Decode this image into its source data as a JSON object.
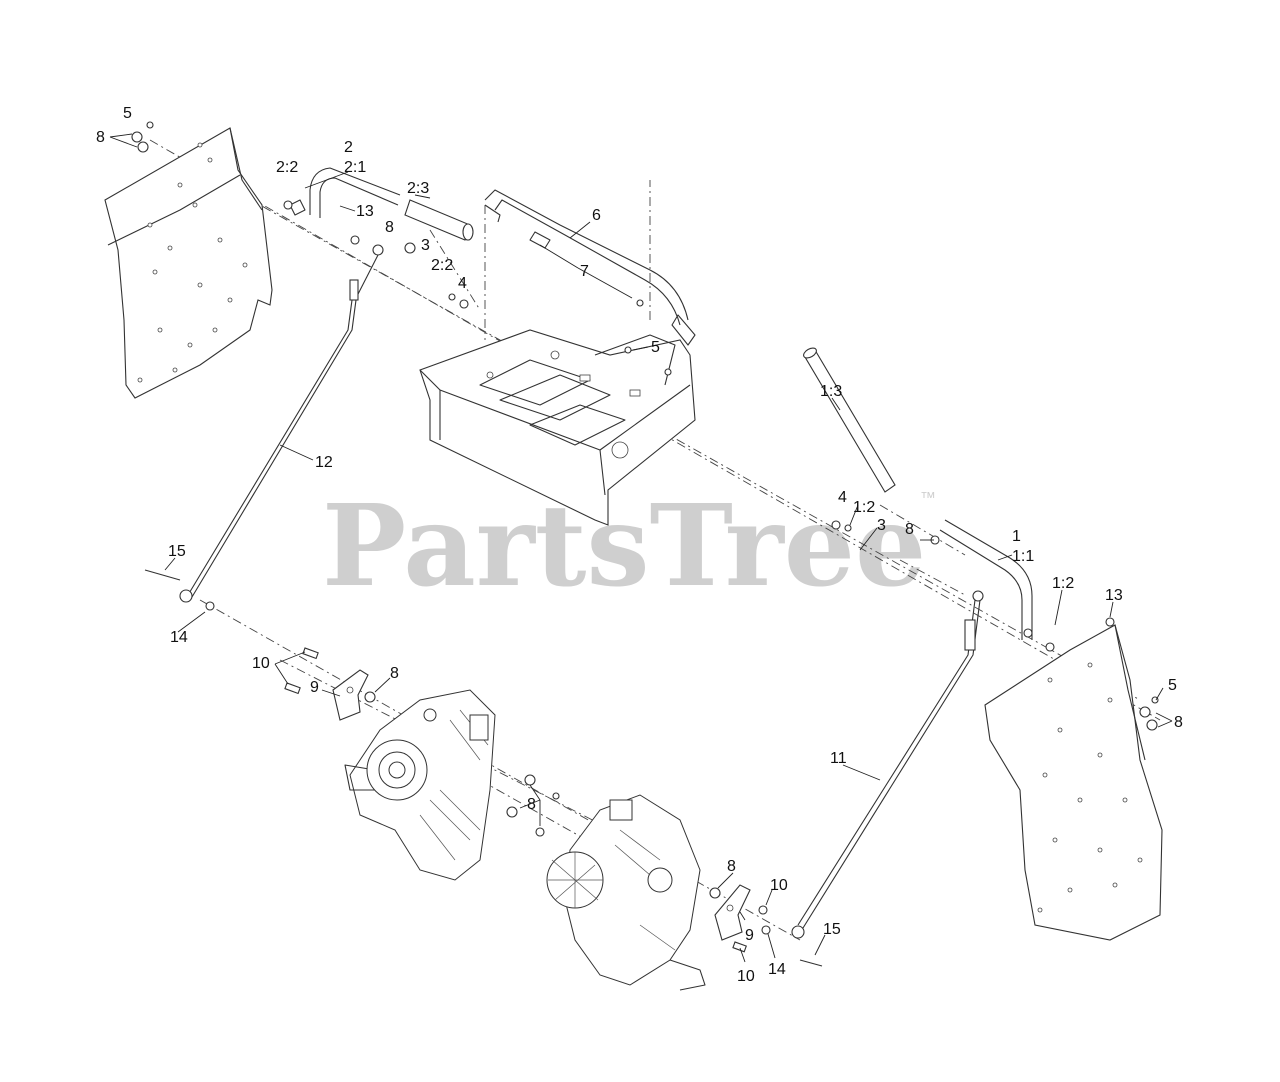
{
  "watermark": {
    "brand": "PartsTree",
    "mark": "™"
  },
  "callouts": [
    "5",
    "8",
    "2:2",
    "2",
    "2:1",
    "2:3",
    "13",
    "8",
    "3",
    "2:2",
    "4",
    "6",
    "7",
    "5",
    "12",
    "1:3",
    "4",
    "1:2",
    "3",
    "8",
    "1",
    "1:1",
    "1:2",
    "13",
    "5",
    "8",
    "15",
    "14",
    "10",
    "9",
    "8",
    "8",
    "11",
    "8",
    "10",
    "9",
    "10",
    "14",
    "15"
  ]
}
